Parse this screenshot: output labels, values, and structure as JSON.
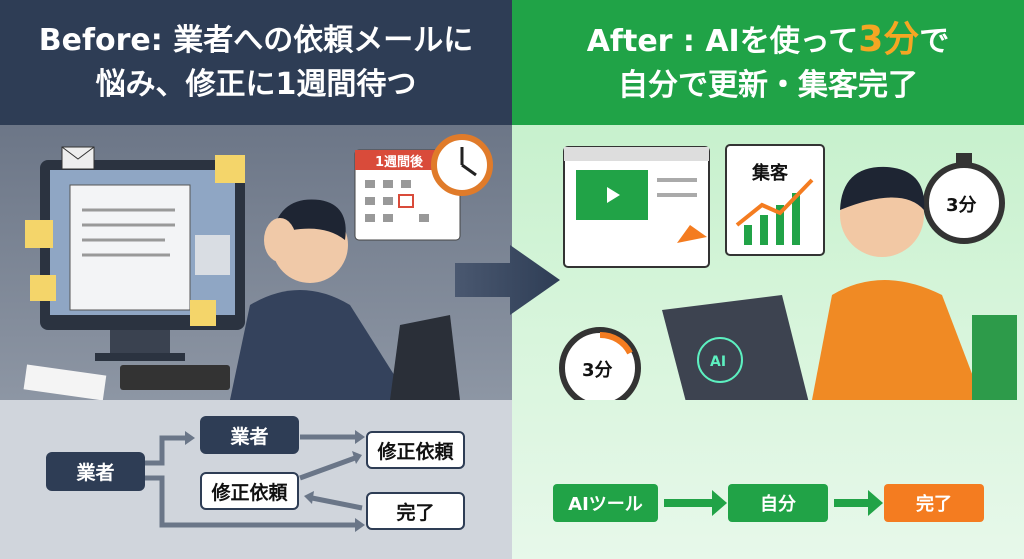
{
  "before": {
    "title_line1": "Before: 業者への依頼メールに",
    "title_line2": "悩み、修正に1週間待つ",
    "calendar_label": "1週間後",
    "flow": {
      "start": "業者",
      "top": "業者",
      "middle": "修正依頼",
      "right_top": "修正依頼",
      "right_bottom": "完了"
    },
    "colors": {
      "header": "#2e3d55",
      "panel": "#d0d5dc"
    }
  },
  "after": {
    "title_part1": "After : AIを使って",
    "title_highlight": "3分",
    "title_part2": "で",
    "title_line2": "自分で更新・集客完了",
    "chart_card_label": "集客",
    "stopwatch_label": "3分",
    "laptop_label": "AI",
    "flow": [
      "AIツール",
      "自分",
      "完了"
    ],
    "colors": {
      "header": "#20a347",
      "highlight": "#f5a623",
      "done": "#f47c20"
    }
  }
}
